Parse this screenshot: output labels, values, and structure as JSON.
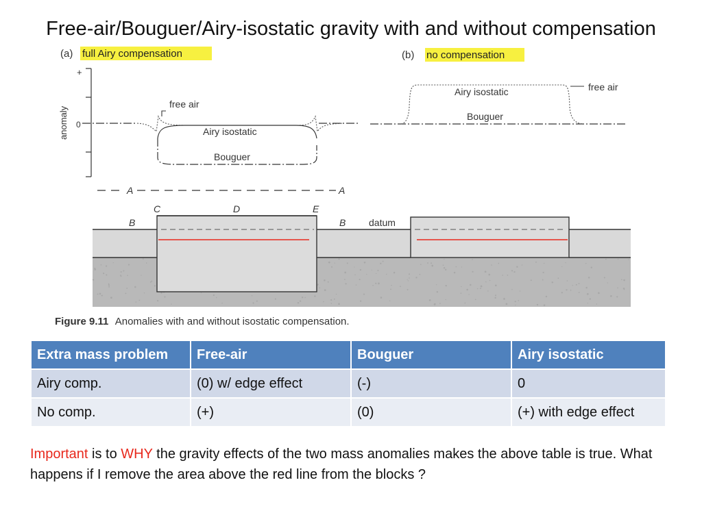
{
  "slide": {
    "title": "Free-air/Bouguer/Airy-isostatic gravity with and without compensation"
  },
  "figure": {
    "panel_a_tag": "(a)",
    "panel_a_label": "full Airy compensation",
    "panel_b_tag": "(b)",
    "panel_b_label": "no compensation",
    "highlight_color": "#f7f040",
    "axis_title": "anomaly",
    "axis_plus": "+",
    "axis_zero": "0",
    "a_free_air": "free air",
    "a_airy": "Airy isostatic",
    "a_bouguer": "Bouguer",
    "b_airy": "Airy isostatic",
    "b_bouguer": "Bouguer",
    "b_free_air": "free air",
    "line_a_left": "A",
    "line_a_right": "A",
    "pt_c": "C",
    "pt_d": "D",
    "pt_e": "E",
    "pt_b_left": "B",
    "pt_b_right": "B",
    "datum": "datum",
    "caption_bold": "Figure 9.11",
    "caption_text": "Anomalies with and without isostatic compensation.",
    "red_line_color": "#e8281c"
  },
  "table": {
    "headers": [
      "Extra mass problem",
      "Free-air",
      "Bouguer",
      "Airy isostatic"
    ],
    "rows": [
      [
        "Airy comp.",
        "(0)  w/ edge effect",
        "(-)",
        "0"
      ],
      [
        "No comp.",
        "(+)",
        "(0)",
        "(+)  with edge effect"
      ]
    ]
  },
  "note": {
    "w1": "Important",
    "w2": " is to ",
    "w3": "WHY",
    "w4": " the gravity effects of the two mass anomalies makes  the above table is true. What happens if I remove the area above the red line from the blocks ?"
  }
}
